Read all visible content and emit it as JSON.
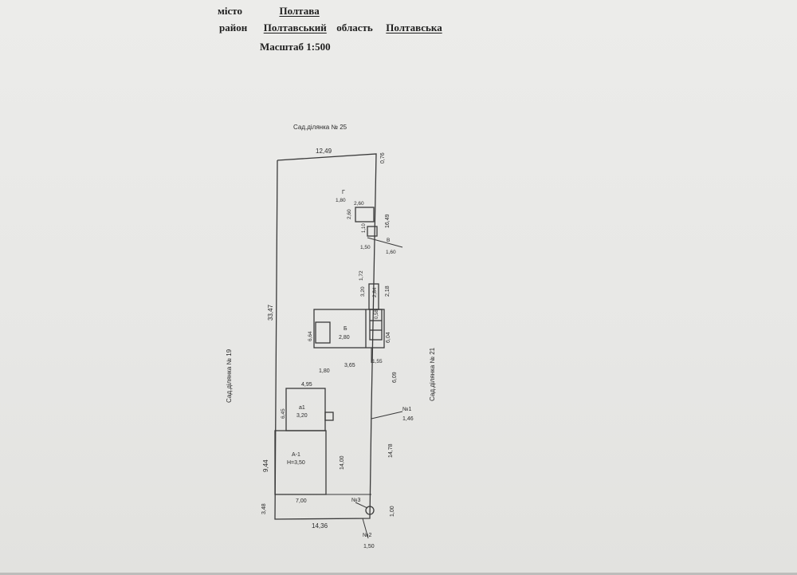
{
  "header": {
    "city_label": "місто",
    "city_value": "Полтава",
    "district_label": "район",
    "district_value": "Полтавський",
    "region_label": "область",
    "region_value": "Полтавська",
    "scale_label": "Масштаб 1:500"
  },
  "neighbors": {
    "top": "Сад.ділянка № 25",
    "left": "Сад.ділянка № 19",
    "right": "Сад.ділянка № 21"
  },
  "dimensions": {
    "top_width": "12,49",
    "top_right_offset": "0,76",
    "left_side": "33,47",
    "right_upper": "16,49",
    "right_mid1": "2,18",
    "right_mid2": "6,04",
    "right_lower1": "6,09",
    "right_lower2": "14,78",
    "right_bottom": "1,00",
    "bottom_width": "14,36",
    "left_lower": "9,44",
    "left_bottom": "3,48",
    "g_width": "1,80",
    "g_height": "2,60",
    "g_side": "2,60",
    "v_side1": "1,10",
    "v_side2": "1,50",
    "v_width": "1,60",
    "b_top1": "1,72",
    "b_top2": "3,20",
    "b_top3": "2,84",
    "b_left": "6,64",
    "b_bottom1": "1,80",
    "b_bottom2": "3,65",
    "b_bottom3": "1,55",
    "b_right1": "0,58",
    "a1_width": "4,95",
    "a1_height": "6,45",
    "a_height": "14,00",
    "a_width": "7,00",
    "point1_value": "1,46",
    "point2_value": "1,50"
  },
  "buildings": {
    "g_label": "Г",
    "v_label": "В",
    "b_label": "Б",
    "b_height": "2,80",
    "a1_label": "а1",
    "a1_height_val": "3,20",
    "a_label": "А-1",
    "a_height_val": "Н=3,50"
  },
  "points": {
    "p1": "№1",
    "p2": "№2",
    "p3": "№3"
  }
}
